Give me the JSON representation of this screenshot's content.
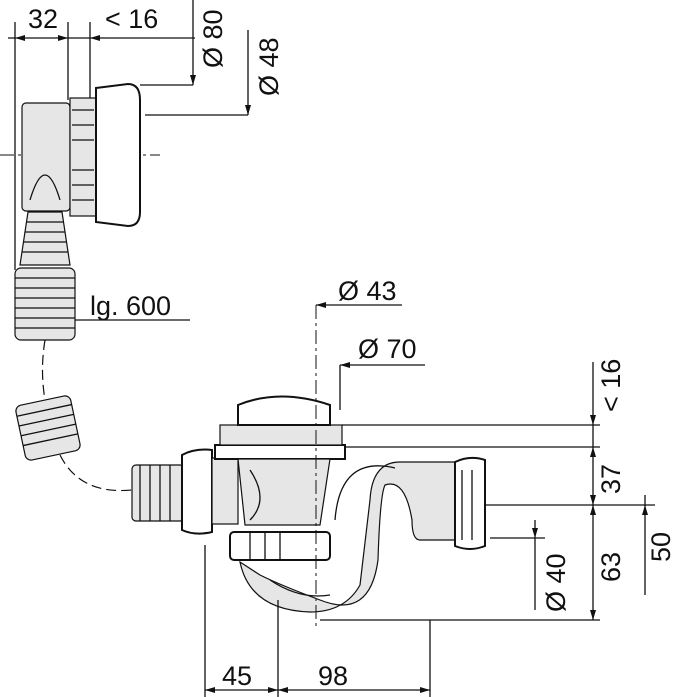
{
  "dimensions": {
    "overflow_offset": "32",
    "overflow_wall_max": "< 16",
    "overflow_cap_diameter": "Ø 80",
    "overflow_inner_diameter": "Ø 48",
    "hose_length": "lg. 600",
    "waste_plug_diameter": "Ø 43",
    "waste_flange_diameter": "Ø 70",
    "waste_wall_max": "< 16",
    "height_upper": "37",
    "height_lower": "63",
    "outlet_height": "50",
    "outlet_diameter": "Ø 40",
    "inlet_offset": "45",
    "outlet_offset": "98"
  }
}
